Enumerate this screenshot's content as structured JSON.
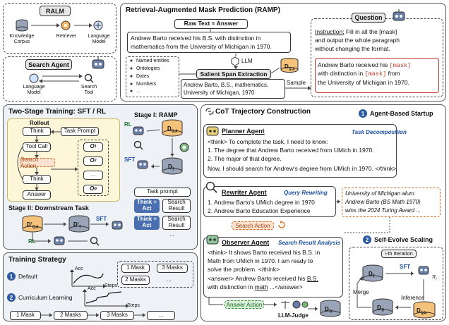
{
  "ralm": {
    "title": "RALM",
    "knowledge": "Knowledge Corpus",
    "retriever": "Retriever",
    "lm": "Language Model"
  },
  "search_agent": {
    "title": "Search Agent",
    "lm": "Language Model",
    "tool": "Search Tool"
  },
  "ramp": {
    "title": "Retrieval-Augmented Mask Prediction (RAMP)",
    "raw_text": "Raw Text = Answer",
    "raw_sentence_1": "Andrew Barto received his B.S. with distinction in",
    "raw_sentence_2": "mathematics from the University of Michigan in 1970.",
    "llm": "LLM",
    "entity_types": [
      "Named entities",
      "Ontologies",
      "Dates",
      "Numbers",
      "..."
    ],
    "salient": "Salient Span Extraction",
    "spans_1": "Andrew Barto, B.S., mathematics,",
    "spans_2": "University of Michigan, 1970",
    "sample": "Sample",
    "dq": "D",
    "dq_sub": "Q,A",
    "question_label": "Question",
    "instr_label": "Instruction:",
    "instr_1": " Fill in all the [mask]",
    "instr_2": "and output the whole paragraph",
    "instr_3": "without changing the format.",
    "q_1a": "Andrew Barto received his ",
    "q_mask": "[mask]",
    "q_2a": "with distinction in ",
    "q_3": " from",
    "q_4": "the University of Michigan in 1970."
  },
  "two_stage": {
    "title": "Two-Stage Training: SFT / RL",
    "rollout": "Rollout",
    "think": "Think",
    "task_prompt": "Task Prompt",
    "tool_call": "Tool Call",
    "search_action": "Search Action",
    "answer": "Answer",
    "outputs": [
      "O",
      "O",
      "...",
      "O"
    ],
    "output_subs": [
      "1",
      "2",
      "",
      "G"
    ],
    "stage1": "Stage I: RAMP",
    "rl": "RL",
    "sft": "SFT",
    "dt": "D",
    "dt_sub": "T",
    "task_prompt2": "Task prompt",
    "think_act": "Think + Act",
    "search_result": "Search Result",
    "stage2": "Stage II: Downstream Task",
    "dq2": "D'",
    "dq2_sub": "Q,A",
    "dt2": "D'",
    "dt2_sub": "T",
    "dots": "..."
  },
  "strategy": {
    "title": "Training Strategy",
    "default": "Default",
    "curriculum": "Curriculum Learning",
    "acc": "Acc",
    "steps": "Steps",
    "masks": [
      "1 Mask",
      "2 Masks",
      "3 Masks",
      "..."
    ],
    "seq": [
      "1 Mask",
      "2 Masks",
      "3 Masks",
      "..."
    ]
  },
  "cot": {
    "title": "CoT Trajectory Construction",
    "startup": "Agent-Based Startup",
    "planner": "Planner Agent",
    "task_decomp": "Task Decomposition",
    "p_1": "<think> To complete the task, I need to know:",
    "p_2": "1. The degree that Andrew Barto received from UMich in 1970.",
    "p_3": "2. The major of that degree.",
    "p_4": "Now, I should search for Andrew's degree from UMich in 1970. </think>",
    "rewriter": "Rewriter Agent",
    "query_rewriting": "Query Rewriting",
    "r_1": "1. Andrew Barto's UMich degree in 1970",
    "r_2": "2. Andrew Barto Education Experience",
    "search_action": "Search Action",
    "result_1": "University of Michigan alum",
    "result_2": "Andrew Barto (BS Math 1970)",
    "result_3": "wins the 2024 Turing Award ...",
    "observer": "Observer Agent",
    "result_analysis": "Search Result Analysis",
    "o_1": "<think> It shows Barto received his B.S. in",
    "o_2": "Math from UMich in 1970. I am ready to",
    "o_3": "solve the problem. </think>",
    "o_4": "<answer> Andrew Barto received his ",
    "o_4u": "B.S.",
    "o_5": "with distinction in ",
    "o_5u": "math",
    "o_5b": " ...</answer>",
    "answer_action": "Answer Action",
    "judge": "LLM-Judge",
    "dt": "D",
    "dt_sub": "Tf",
    "self_evolve": "Self-Evolve Scaling",
    "ith": "i-th Iteration",
    "sft": "SFT",
    "pi": "π",
    "pi_sub": "i",
    "merge": "Merge",
    "inference": "Inference",
    "dti": "D",
    "dti_sub": "Ti",
    "dqai": "D",
    "dqai_sub": "QAi",
    "num1": "1",
    "num2": "2"
  },
  "colors": {
    "panel_bg_left": "#eef1f6",
    "yellow": "#fdf6d8",
    "blue_btn": "#4a6fb0",
    "red_mask": "#c0392b",
    "cyl": "#9aa4b8"
  }
}
